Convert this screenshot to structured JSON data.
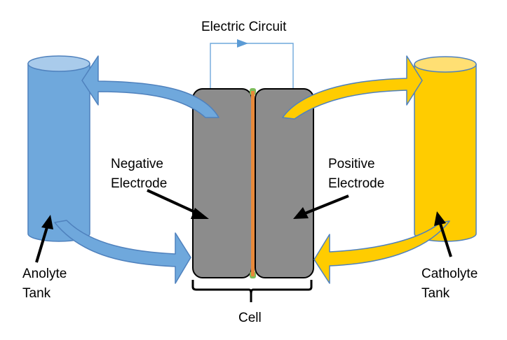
{
  "title": "Redox flow battery schematic",
  "labels": {
    "circuit": "Electric Circuit",
    "negative_line1": "Negative",
    "negative_line2": "Electrode",
    "positive_line1": "Positive",
    "positive_line2": "Electrode",
    "anolyte_line1": "Anolyte",
    "anolyte_line2": "Tank",
    "catholyte_line1": "Catholyte",
    "catholyte_line2": "Tank",
    "cell": "Cell"
  },
  "colors": {
    "anolyte": "#6fa8dc",
    "anolyte_top": "#a9cbeb",
    "catholyte": "#ffcc00",
    "catholyte_top": "#ffdf73",
    "outline": "#4f81bd",
    "electrode": "#8c8c8c",
    "membrane": "#e8893a",
    "membrane_tip": "#7dbd5a",
    "circuit": "#6fa8dc"
  }
}
